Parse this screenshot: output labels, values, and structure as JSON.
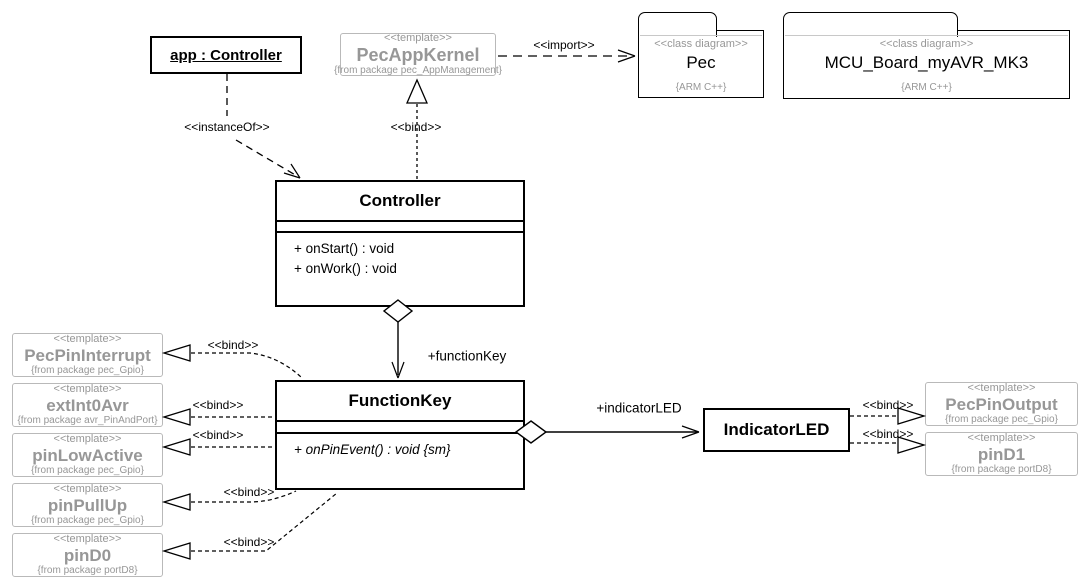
{
  "colors": {
    "line": "#000000",
    "muted_text": "#979797",
    "muted_border": "#b9b9b9",
    "divider": "#c8c8c8",
    "canvas": "#ffffff"
  },
  "instance_box": {
    "label": "app : Controller"
  },
  "kernel_template": {
    "stereotype": "<<template>>",
    "name": "PecAppKernel",
    "from": "{from package pec_AppManagement}"
  },
  "packages": [
    {
      "stereotype": "<<class diagram>>",
      "name": "Pec",
      "tag": "{ARM C++}"
    },
    {
      "stereotype": "<<class diagram>>",
      "name": "MCU_Board_myAVR_MK3",
      "tag": "{ARM C++}"
    }
  ],
  "classes": {
    "controller": {
      "name": "Controller",
      "operations": [
        "+ onStart() : void",
        "+ onWork() : void"
      ]
    },
    "functionKey": {
      "name": "FunctionKey",
      "operations": [
        "+ onPinEvent() : void {sm}"
      ]
    },
    "indicatorLED": {
      "name": "IndicatorLED"
    }
  },
  "left_templates": [
    {
      "stereotype": "<<template>>",
      "name": "PecPinInterrupt",
      "from": "{from package pec_Gpio}"
    },
    {
      "stereotype": "<<template>>",
      "name": "extInt0Avr",
      "from": "{from package avr_PinAndPort}"
    },
    {
      "stereotype": "<<template>>",
      "name": "pinLowActive",
      "from": "{from package pec_Gpio}"
    },
    {
      "stereotype": "<<template>>",
      "name": "pinPullUp",
      "from": "{from package pec_Gpio}"
    },
    {
      "stereotype": "<<template>>",
      "name": "pinD0",
      "from": "{from package portD8}"
    }
  ],
  "right_templates": [
    {
      "stereotype": "<<template>>",
      "name": "PecPinOutput",
      "from": "{from package pec_Gpio}"
    },
    {
      "stereotype": "<<template>>",
      "name": "pinD1",
      "from": "{from package portD8}"
    }
  ],
  "edge_labels": {
    "instance_of": "<<instanceOf>>",
    "bind": "<<bind>>",
    "import": "<<import>>",
    "function_key": "+functionKey",
    "indicator_led": "+indicatorLED"
  }
}
